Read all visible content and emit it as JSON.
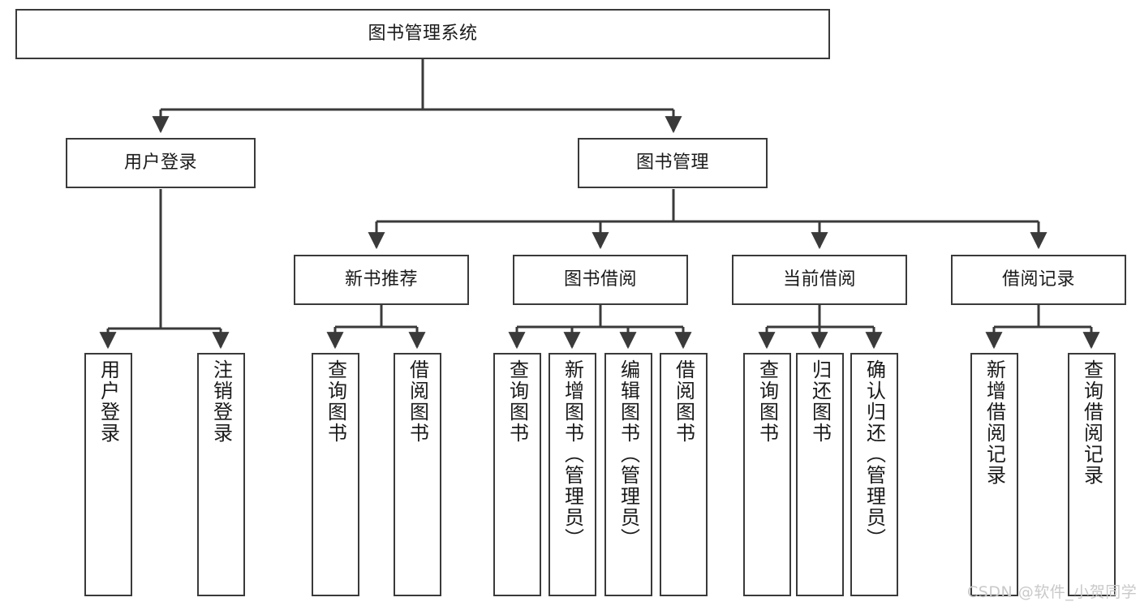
{
  "diagram": {
    "title": "图书管理系统",
    "type": "tree-hierarchy",
    "watermark": "CSDN @软件_小贺同学",
    "colors": {
      "box_border": "#3a3a3a",
      "box_fill": "#ffffff",
      "edge": "#3a3a3a",
      "text": "#1a1a1a",
      "watermark": "#c9c9c9"
    },
    "nodes": {
      "root": {
        "label": "图书管理系统",
        "level": 1,
        "orientation": "horizontal"
      },
      "user_login": {
        "label": "用户登录",
        "level": 2,
        "orientation": "horizontal"
      },
      "book_manage": {
        "label": "图书管理",
        "level": 2,
        "orientation": "horizontal"
      },
      "new_book_rec": {
        "label": "新书推荐",
        "level": 3,
        "orientation": "horizontal"
      },
      "book_borrow": {
        "label": "图书借阅",
        "level": 3,
        "orientation": "horizontal"
      },
      "current_borrow": {
        "label": "当前借阅",
        "level": 3,
        "orientation": "horizontal"
      },
      "borrow_record": {
        "label": "借阅记录",
        "level": 3,
        "orientation": "horizontal"
      },
      "leaf_user_login": {
        "label": "用户登录",
        "level": 3,
        "orientation": "vertical"
      },
      "leaf_logout": {
        "label": "注销登录",
        "level": 3,
        "orientation": "vertical"
      },
      "leaf_query_book_1": {
        "label": "查询图书",
        "level": 4,
        "orientation": "vertical"
      },
      "leaf_borrow_book_1": {
        "label": "借阅图书",
        "level": 4,
        "orientation": "vertical"
      },
      "leaf_query_book_2": {
        "label": "查询图书",
        "level": 4,
        "orientation": "vertical"
      },
      "leaf_add_book": {
        "label": "新增图书（管理员）",
        "level": 4,
        "orientation": "vertical"
      },
      "leaf_edit_book": {
        "label": "编辑图书（管理员）",
        "level": 4,
        "orientation": "vertical"
      },
      "leaf_borrow_book_2": {
        "label": "借阅图书",
        "level": 4,
        "orientation": "vertical"
      },
      "leaf_query_book_3": {
        "label": "查询图书",
        "level": 4,
        "orientation": "vertical"
      },
      "leaf_return_book": {
        "label": "归还图书",
        "level": 4,
        "orientation": "vertical"
      },
      "leaf_confirm_return": {
        "label": "确认归还（管理员）",
        "level": 4,
        "orientation": "vertical"
      },
      "leaf_add_record": {
        "label": "新增借阅记录",
        "level": 4,
        "orientation": "vertical"
      },
      "leaf_query_record": {
        "label": "查询借阅记录",
        "level": 4,
        "orientation": "vertical"
      }
    },
    "edges": [
      {
        "from": "root",
        "to": "user_login"
      },
      {
        "from": "root",
        "to": "book_manage"
      },
      {
        "from": "user_login",
        "to": "leaf_user_login"
      },
      {
        "from": "user_login",
        "to": "leaf_logout"
      },
      {
        "from": "book_manage",
        "to": "new_book_rec"
      },
      {
        "from": "book_manage",
        "to": "book_borrow"
      },
      {
        "from": "book_manage",
        "to": "current_borrow"
      },
      {
        "from": "book_manage",
        "to": "borrow_record"
      },
      {
        "from": "new_book_rec",
        "to": "leaf_query_book_1"
      },
      {
        "from": "new_book_rec",
        "to": "leaf_borrow_book_1"
      },
      {
        "from": "book_borrow",
        "to": "leaf_query_book_2"
      },
      {
        "from": "book_borrow",
        "to": "leaf_add_book"
      },
      {
        "from": "book_borrow",
        "to": "leaf_edit_book"
      },
      {
        "from": "book_borrow",
        "to": "leaf_borrow_book_2"
      },
      {
        "from": "current_borrow",
        "to": "leaf_query_book_3"
      },
      {
        "from": "current_borrow",
        "to": "leaf_return_book"
      },
      {
        "from": "current_borrow",
        "to": "leaf_confirm_return"
      },
      {
        "from": "borrow_record",
        "to": "leaf_add_record"
      },
      {
        "from": "borrow_record",
        "to": "leaf_query_record"
      }
    ]
  }
}
